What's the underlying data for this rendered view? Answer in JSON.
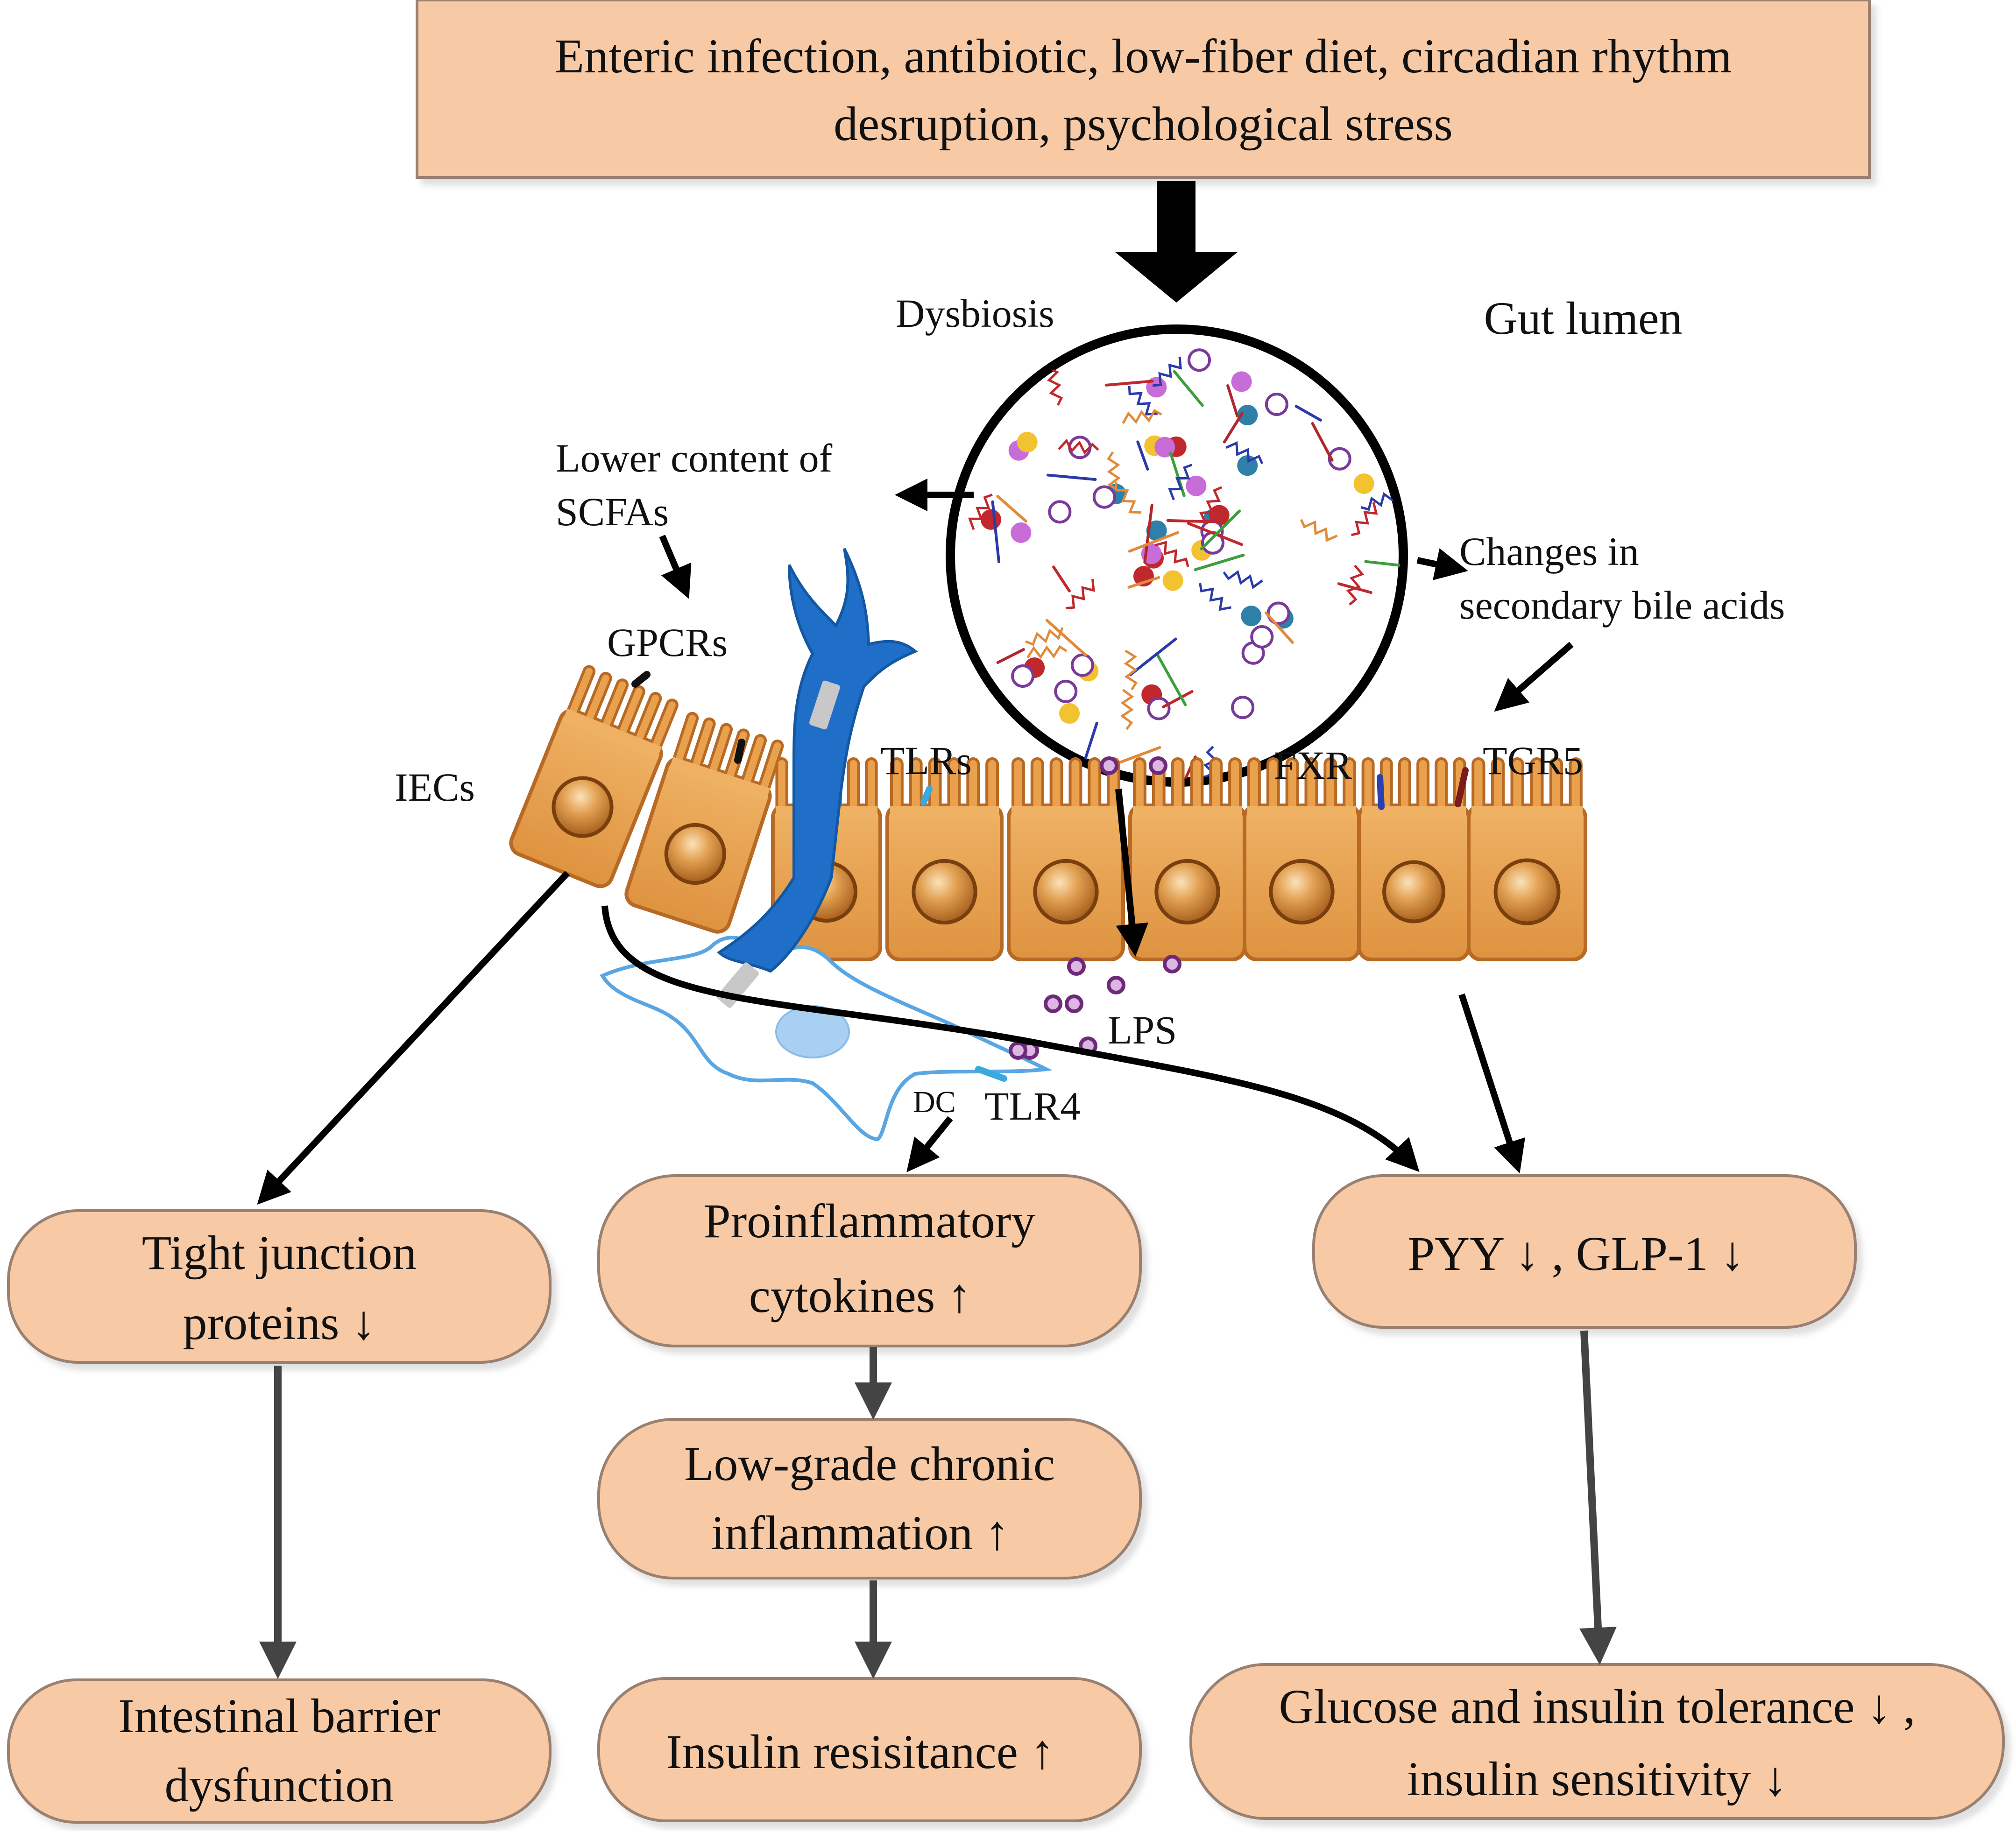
{
  "colors": {
    "box_fill": "#f7c9a5",
    "box_stroke": "#9a8070",
    "cell_fill": "#e9a14d",
    "cell_stroke": "#b86a24",
    "nucleus": "#c98230",
    "dc_blue": "#1f6fc9",
    "dc_light": "#9dc8ef",
    "arrow_dark": "#000000",
    "arrow_grey": "#444444"
  },
  "top_box": {
    "line1": "Enteric infection, antibiotic, low-fiber diet, circadian rhythm",
    "line2": "desruption, psychological stress"
  },
  "labels": {
    "dysbiosis": "Dysbiosis",
    "gut_lumen": "Gut lumen",
    "scfa_line1": "Lower content of",
    "scfa_line2": "SCFAs",
    "bile_line1": "Changes in",
    "bile_line2": "secondary bile acids",
    "gpcrs": "GPCRs",
    "iecs": "IECs",
    "tlrs": "TLRs",
    "fxr": "FXR",
    "tgr5": "TGR5",
    "lps": "LPS",
    "dc": "DC",
    "tlr4": "TLR4"
  },
  "boxes": {
    "tight_line1": "Tight junction",
    "tight_line2": "proteins ↓",
    "barrier_line1": "Intestinal barrier",
    "barrier_line2": "dysfunction",
    "cyto_line1": "Proinflammatory",
    "cyto_line2": "cytokines ↑",
    "lowgrade_line1": "Low-grade chronic",
    "lowgrade_line2": "inflammation ↑",
    "insulin_res": "Insulin resisitance ↑",
    "pyy": "PYY ↓ , GLP-1 ↓",
    "glucose_line1": "Glucose and insulin tolerance ↓ ,",
    "glucose_line2": "insulin sensitivity  ↓"
  }
}
